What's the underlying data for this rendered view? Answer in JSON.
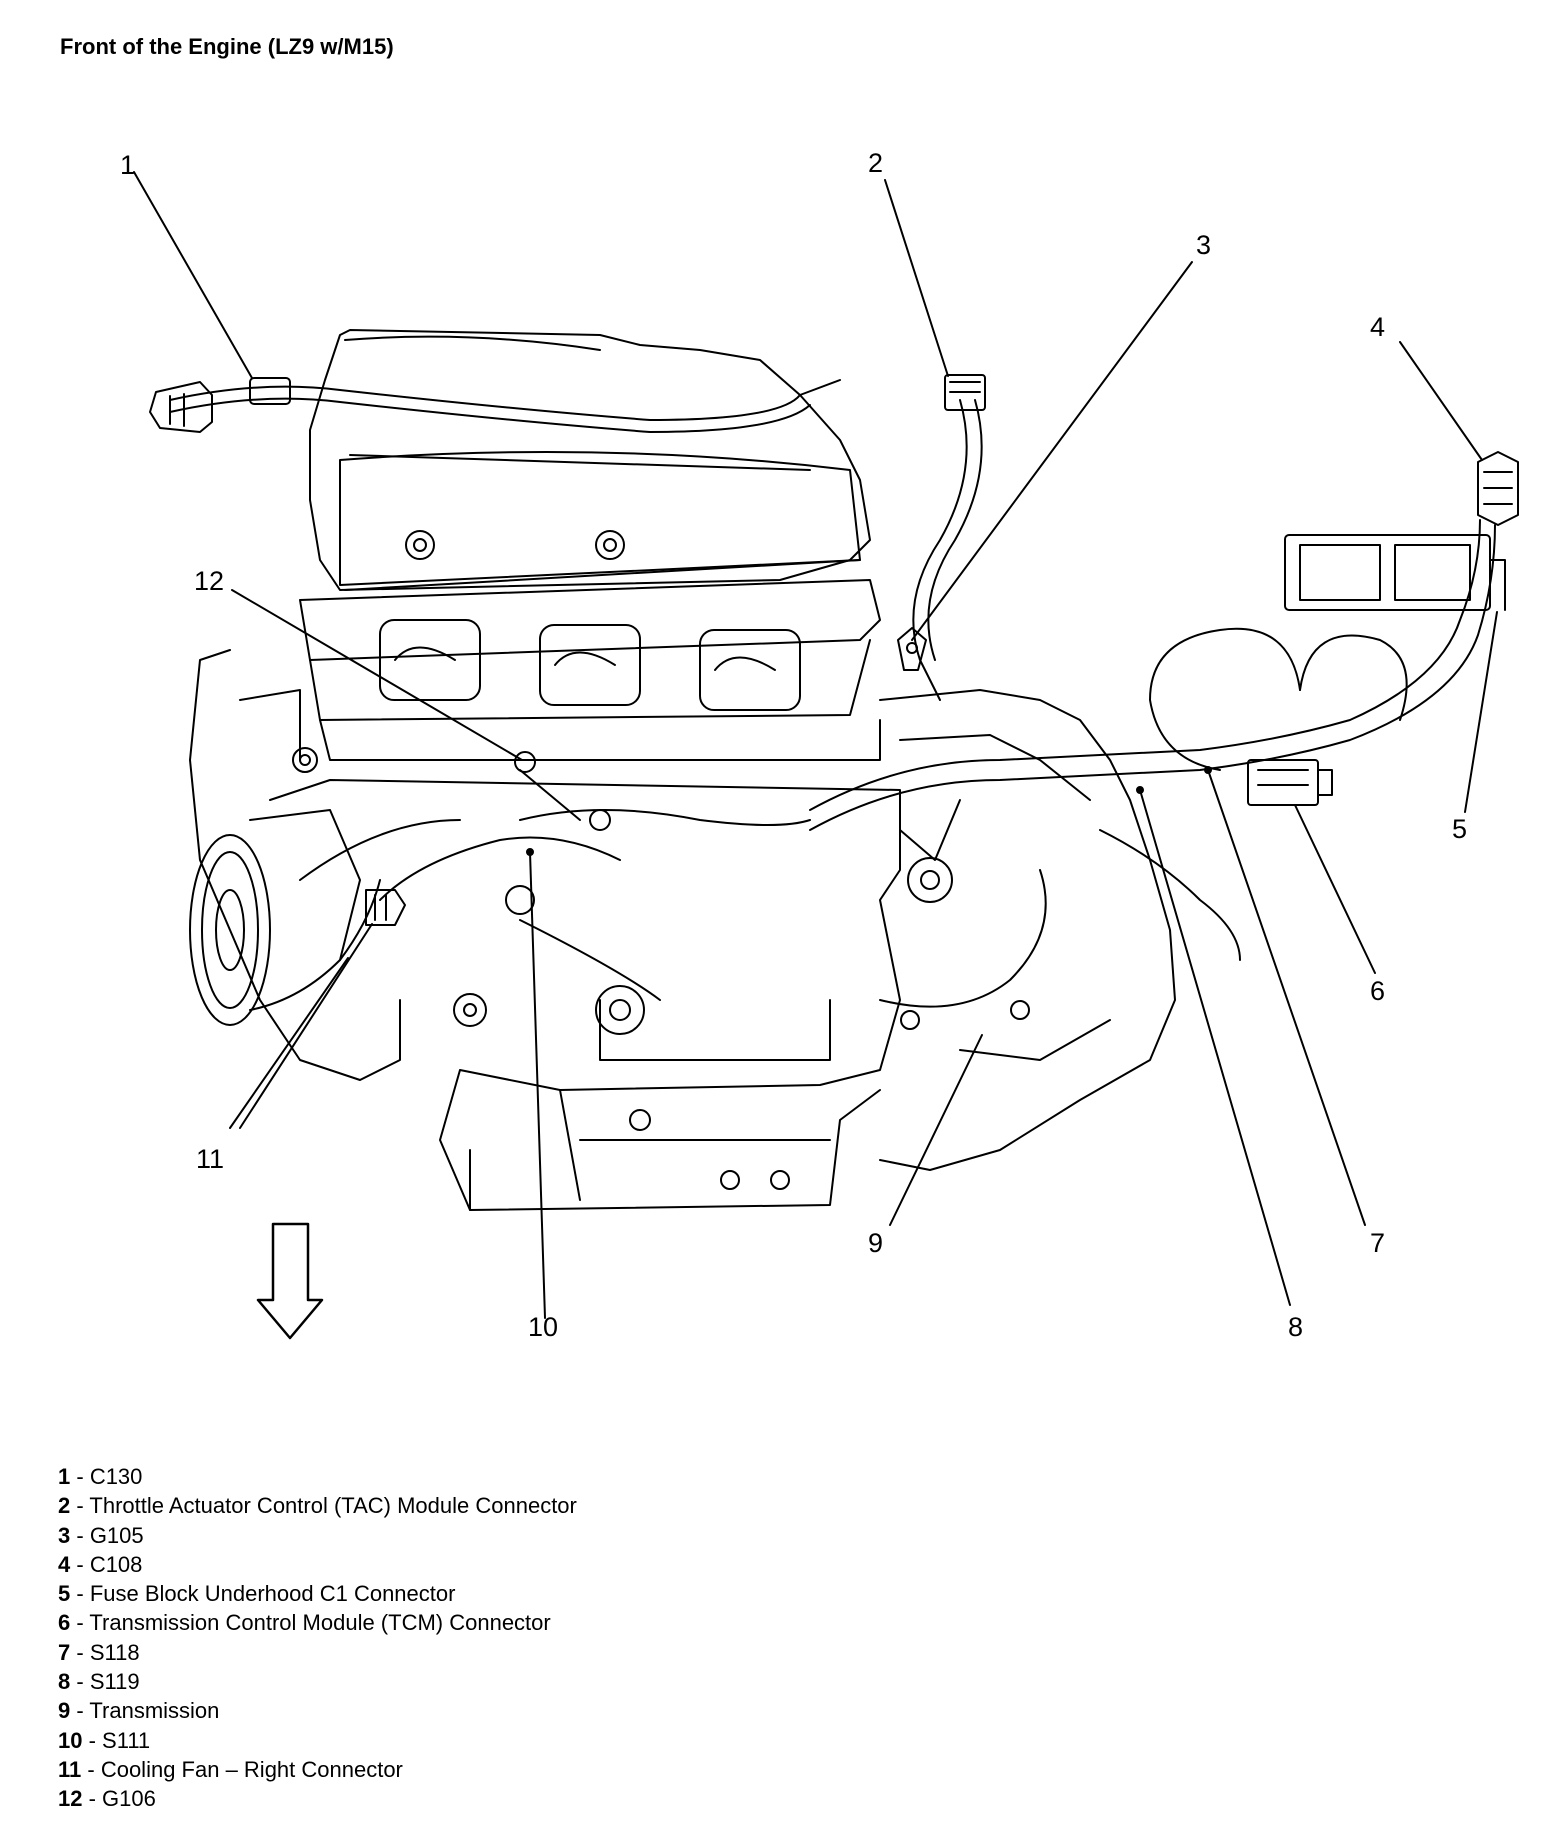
{
  "title": "Front of the Engine (LZ9 w/M15)",
  "callouts": [
    "1",
    "2",
    "3",
    "4",
    "5",
    "6",
    "7",
    "8",
    "9",
    "10",
    "11",
    "12"
  ],
  "legend": [
    {
      "num": "1",
      "sep": " - ",
      "text": "C130"
    },
    {
      "num": "2",
      "sep": " - ",
      "text": "Throttle Actuator Control (TAC) Module Connector"
    },
    {
      "num": "3",
      "sep": " - ",
      "text": "G105"
    },
    {
      "num": "4",
      "sep": " - ",
      "text": "C108"
    },
    {
      "num": "5",
      "sep": " - ",
      "text": "Fuse Block Underhood C1 Connector"
    },
    {
      "num": "6",
      "sep": " - ",
      "text": "Transmission Control Module (TCM) Connector"
    },
    {
      "num": "7",
      "sep": " - ",
      "text": "S118"
    },
    {
      "num": "8",
      "sep": " - ",
      "text": "S119"
    },
    {
      "num": "9",
      "sep": " - ",
      "text": "Transmission"
    },
    {
      "num": "10",
      "sep": " - ",
      "text": "S111"
    },
    {
      "num": "11",
      "sep": " - ",
      "text": "Cooling Fan – Right Connector"
    },
    {
      "num": "12",
      "sep": " - ",
      "text": "G106"
    }
  ]
}
